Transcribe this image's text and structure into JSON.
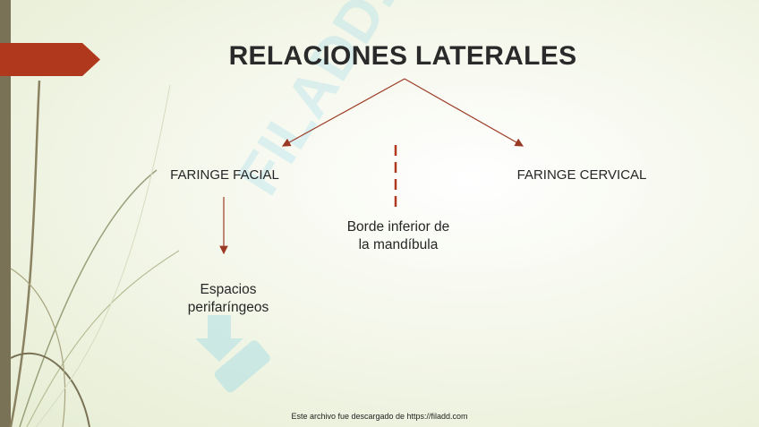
{
  "slide": {
    "title": "RELACIONES LATERALES",
    "left_node": "FARINGE FACIAL",
    "right_node": "FARINGE CERVICAL",
    "middle_node_line1": "Borde inferior de",
    "middle_node_line2": "la mandíbula",
    "child_node_line1": "Espacios",
    "child_node_line2": "perifaríngeos"
  },
  "watermark": {
    "text": "FILADD.COM"
  },
  "footer": {
    "text": "Este archivo fue descargado de https://filadd.com"
  },
  "colors": {
    "accent": "#b0391d",
    "arrow": "#9b3a24",
    "band": "#7a7256",
    "watermark": "#78cde6"
  },
  "icons": [
    "download-arrow-icon"
  ]
}
